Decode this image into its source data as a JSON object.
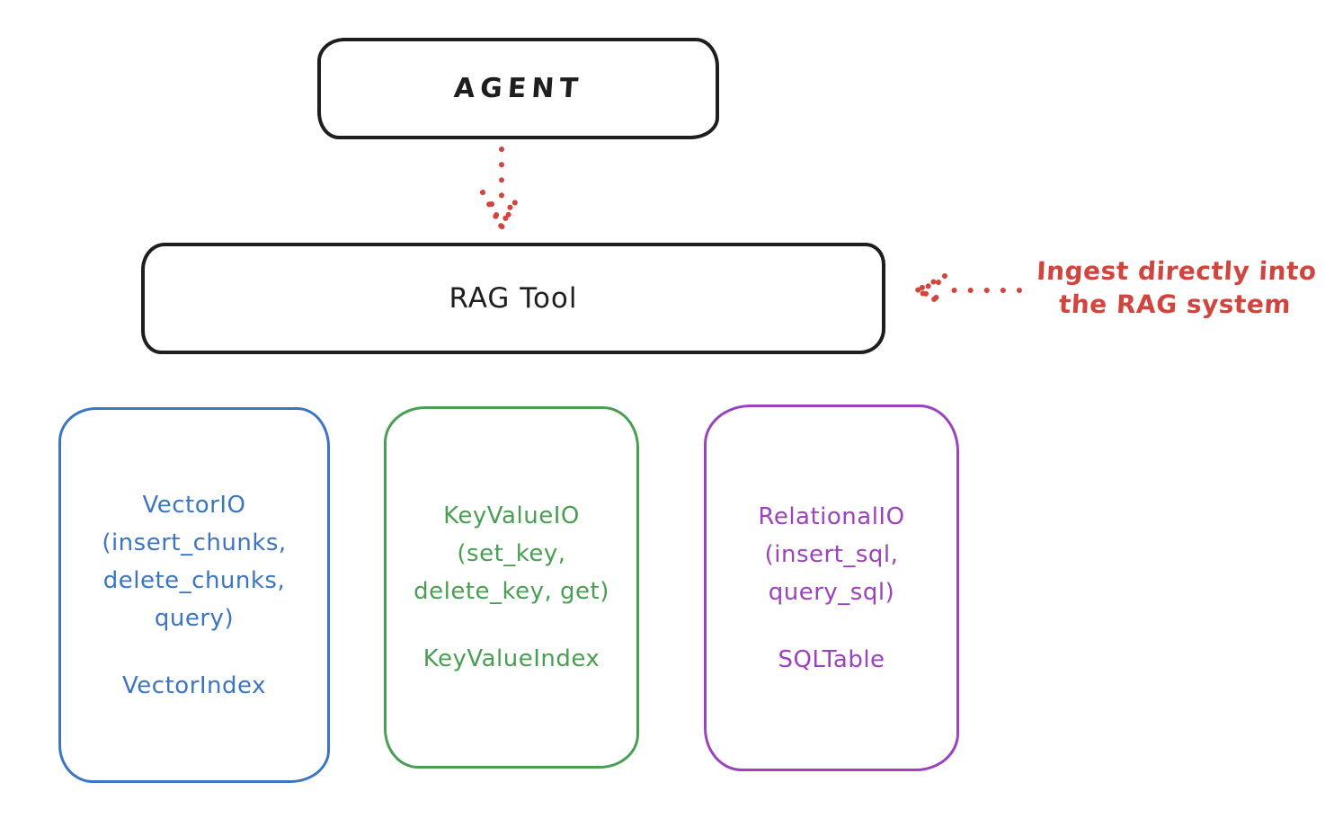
{
  "colors": {
    "ink": "#1e1e1e",
    "red": "#d0453e",
    "blue": "#3b76c2",
    "green": "#4a9e53",
    "purple": "#9b42bd",
    "background": "#ffffff"
  },
  "diagram": {
    "agent": {
      "label": "AGENT"
    },
    "rag_tool": {
      "label": "RAG Tool"
    },
    "annotation": {
      "line1": "Ingest directly into",
      "line2": "the RAG system"
    },
    "arrows": [
      {
        "name": "agent-to-rag-tool",
        "style": "dotted",
        "color": "red",
        "direction": "down"
      },
      {
        "name": "annotation-to-rag-tool",
        "style": "dotted",
        "color": "red",
        "direction": "left"
      }
    ],
    "io_boxes": [
      {
        "name": "vector-io",
        "color": "blue",
        "lines": [
          "VectorIO",
          "(insert_chunks,",
          "delete_chunks,",
          "query)"
        ],
        "index_label": "VectorIndex"
      },
      {
        "name": "keyvalue-io",
        "color": "green",
        "lines": [
          "KeyValueIO",
          "(set_key,",
          "delete_key, get)"
        ],
        "index_label": "KeyValueIndex"
      },
      {
        "name": "relational-io",
        "color": "purple",
        "lines": [
          "RelationalIO",
          "(insert_sql,",
          "query_sql)"
        ],
        "index_label": "SQLTable"
      }
    ]
  }
}
